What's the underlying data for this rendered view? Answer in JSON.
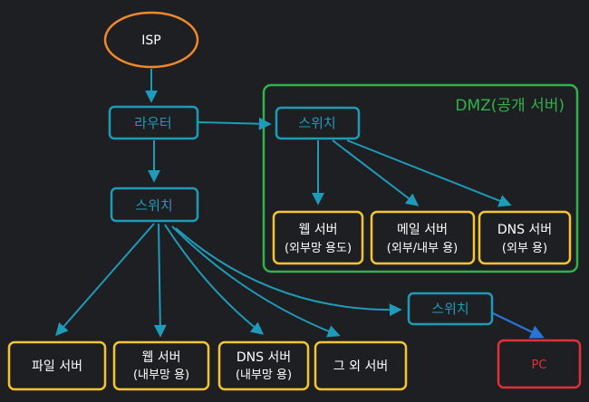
{
  "colors": {
    "background": "#1e1f22",
    "isp": "#f0882c",
    "network_device": "#1e9bb8",
    "server": "#f4c531",
    "dmz": "#2fb34a",
    "pc": "#e0303a",
    "arrow": "#1e9bb8",
    "pc_link": "#2a73d9"
  },
  "nodes": {
    "isp": {
      "label": "ISP"
    },
    "router": {
      "label": "라우터"
    },
    "switch_main": {
      "label": "스위치"
    },
    "switch_dmz": {
      "label": "스위치"
    },
    "switch_pc": {
      "label": "스위치"
    },
    "pc": {
      "label": "PC"
    },
    "dmz": {
      "label": "DMZ(공개 서버)"
    },
    "dmz_web": {
      "line1": "웹 서버",
      "line2": "(외부망 용도)"
    },
    "dmz_mail": {
      "line1": "메일 서버",
      "line2": "(외부/내부 용)"
    },
    "dmz_dns": {
      "line1": "DNS 서버",
      "line2": "(외부 용)"
    },
    "file_server": {
      "label": "파일 서버"
    },
    "int_web": {
      "line1": "웹 서버",
      "line2": "(내부망 용)"
    },
    "int_dns": {
      "line1": "DNS 서버",
      "line2": "(내부망 용)"
    },
    "other_server": {
      "label": "그 외 서버"
    }
  }
}
